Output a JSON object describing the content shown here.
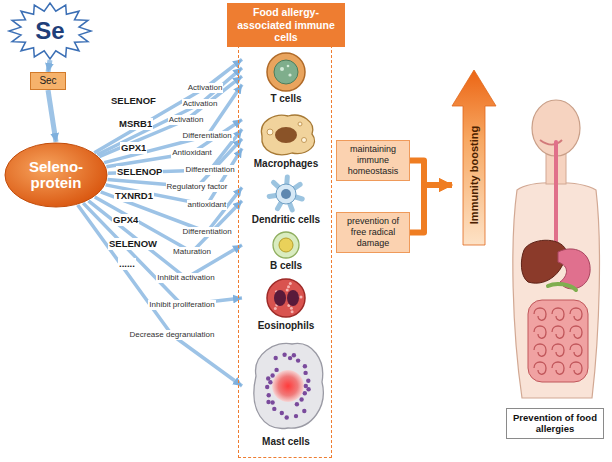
{
  "diagram": {
    "nodes": [
      {
        "text": [
          "Se"
        ]
      },
      {
        "text": [
          "Sec"
        ]
      },
      {
        "text": [
          "Seleno- protein"
        ]
      },
      {
        "text": [
          "Food allergy-associated immune cells"
        ]
      },
      {
        "text": [
          "T cells"
        ],
        "in": 3
      },
      {
        "text": [
          "Macrophages"
        ],
        "in": 3
      },
      {
        "text": [
          "Dendritic cells"
        ],
        "in": 3
      },
      {
        "text": [
          "B cells"
        ],
        "in": 3
      },
      {
        "text": [
          "Eosinophils"
        ],
        "in": 3
      },
      {
        "text": [
          "Mast cells"
        ],
        "in": 3
      },
      {
        "text": [
          "maintaining immune homeostasis"
        ]
      },
      {
        "text": [
          "prevention of free radical damage"
        ]
      },
      {
        "text": [
          "Immunity boosting"
        ]
      },
      {
        "text": [
          "Prevention of food allergies"
        ]
      }
    ],
    "edges": [
      {
        "from": 0,
        "to": 1,
        "arrow": "to"
      },
      {
        "from": 1,
        "to": 2,
        "arrow": "to"
      },
      {
        "from": 2,
        "to": 4,
        "label": "Activation",
        "arrow": "to"
      },
      {
        "from": 2,
        "to": 4,
        "label": "Activation",
        "arrow": "to"
      },
      {
        "from": 2,
        "to": 4,
        "label": "Activation",
        "arrow": "to"
      },
      {
        "from": 2,
        "to": 4,
        "label": "Differentiation",
        "arrow": "to"
      },
      {
        "from": 2,
        "to": 5,
        "label": "Antioxidant",
        "arrow": "to"
      },
      {
        "from": 2,
        "to": 5,
        "label": "Differentiation",
        "arrow": "to"
      },
      {
        "from": 2,
        "to": 5,
        "label": "Regulatory factor",
        "arrow": "to"
      },
      {
        "from": 2,
        "to": 5,
        "label": "antioxidant",
        "arrow": "to"
      },
      {
        "from": 2,
        "to": 6,
        "label": "Differentiation",
        "arrow": "to"
      },
      {
        "from": 2,
        "to": 6,
        "label": "Maturation",
        "arrow": "to"
      },
      {
        "from": 2,
        "to": 7,
        "label": "Inhibit activation",
        "arrow": "to"
      },
      {
        "from": 2,
        "to": 8,
        "label": "Inhibit proliferation",
        "arrow": "to"
      },
      {
        "from": 2,
        "to": 9,
        "label": "Decrease degranulation",
        "arrow": "to"
      },
      {
        "from": 10,
        "to": 12,
        "arrow": "to"
      },
      {
        "from": 11,
        "to": 12,
        "arrow": "to"
      }
    ],
    "labels": [
      "SELENOF",
      "MSRB1",
      "GPX1",
      "SELENOP",
      "TXNRD1",
      "GPX4",
      "SELENOW",
      "......"
    ]
  }
}
